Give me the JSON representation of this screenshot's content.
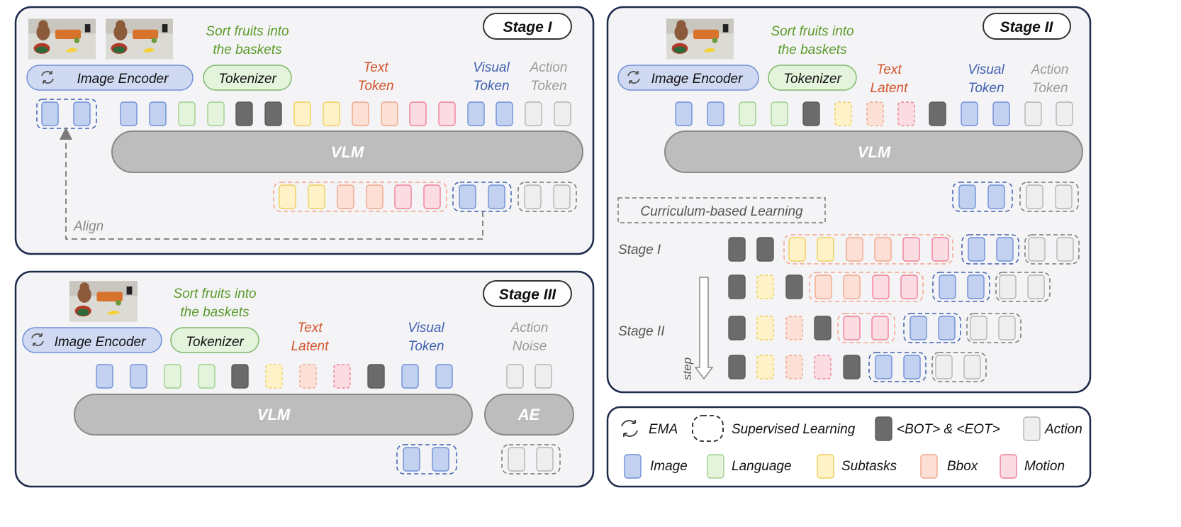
{
  "colors": {
    "panel_bg": "#f4f4f6",
    "panel_border": "#1d2a4a",
    "vlm_fill": "#bdbdbd",
    "image": {
      "fill": "#c3d1f0",
      "stroke": "#6f8fd8"
    },
    "language": {
      "fill": "#e4f3dc",
      "stroke": "#9fcf8c"
    },
    "subtasks": {
      "fill": "#fff2c9",
      "stroke": "#f0cf5a"
    },
    "bbox": {
      "fill": "#fde0d5",
      "stroke": "#f0a68c"
    },
    "motion": {
      "fill": "#fcdce3",
      "stroke": "#ef7f98"
    },
    "action": {
      "fill": "#eeeeee",
      "stroke": "#b4b4b4"
    },
    "bot_eot": {
      "fill": "#6b6b6b",
      "stroke": "#5a5a5a"
    },
    "instruction_green": "#5a9a2a",
    "text_token_red": "#d2542a",
    "visual_token_blue": "#3f5fb0",
    "action_gray": "#9a9a9a"
  },
  "stage1": {
    "badge": "Stage I",
    "instruction_line1": "Sort fruits into",
    "instruction_line2": "the baskets",
    "image_encoder": "Image Encoder",
    "tokenizer": "Tokenizer",
    "text_token_line1": "Text",
    "text_token_line2": "Token",
    "visual_token_line1": "Visual",
    "visual_token_line2": "Token",
    "action_token_line1": "Action",
    "action_token_line2": "Token",
    "vlm": "VLM",
    "align": "Align"
  },
  "stage3": {
    "badge": "Stage III",
    "instruction_line1": "Sort fruits into",
    "instruction_line2": "the baskets",
    "image_encoder": "Image Encoder",
    "tokenizer": "Tokenizer",
    "text_latent_line1": "Text",
    "text_latent_line2": "Latent",
    "visual_token_line1": "Visual",
    "visual_token_line2": "Token",
    "action_noise_line1": "Action",
    "action_noise_line2": "Noise",
    "vlm": "VLM",
    "ae": "AE"
  },
  "stage2": {
    "badge": "Stage II",
    "instruction_line1": "Sort fruits into",
    "instruction_line2": "the baskets",
    "image_encoder": "Image Encoder",
    "tokenizer": "Tokenizer",
    "text_latent_line1": "Text",
    "text_latent_line2": "Latent",
    "visual_token_line1": "Visual",
    "visual_token_line2": "Token",
    "action_token_line1": "Action",
    "action_token_line2": "Token",
    "vlm": "VLM",
    "curriculum": "Curriculum-based Learning",
    "curr_stage1": "Stage I",
    "curr_stage2": "Stage II",
    "step": "step"
  },
  "legend": {
    "ema": "EMA",
    "supervised": "Supervised Learning",
    "bot_eot": "<BOT> & <EOT>",
    "action": "Action",
    "image": "Image",
    "language": "Language",
    "subtasks": "Subtasks",
    "bbox": "Bbox",
    "motion": "Motion"
  },
  "icons": [
    "ema-cycle-icon",
    "scene-thumbnail"
  ]
}
